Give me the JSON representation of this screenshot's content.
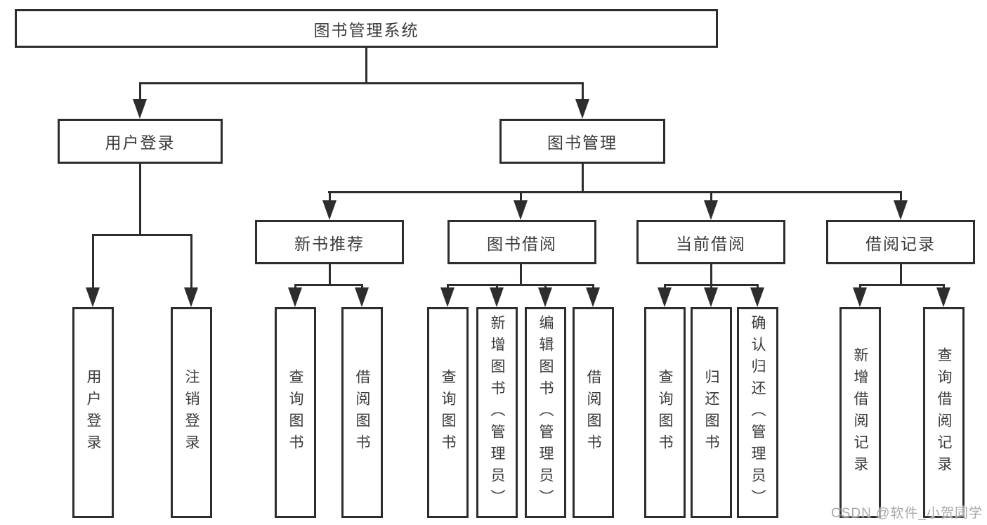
{
  "diagram": {
    "root_label": "图书管理系统",
    "user_branch": {
      "label": "用户登录",
      "children": [
        "用户登录",
        "注销登录"
      ]
    },
    "book_branch": {
      "label": "图书管理",
      "sections": [
        {
          "label": "新书推荐",
          "children": [
            "查询图书",
            "借阅图书"
          ]
        },
        {
          "label": "图书借阅",
          "children": [
            "查询图书",
            "新增图书（管理员）",
            "编辑图书（管理员）",
            "借阅图书"
          ]
        },
        {
          "label": "当前借阅",
          "children": [
            "查询图书",
            "归还图书",
            "确认归还（管理员）"
          ]
        },
        {
          "label": "借阅记录",
          "children": [
            "新增借阅记录",
            "查询借阅记录"
          ]
        }
      ]
    }
  },
  "watermark": "CSDN @软件_小贺同学",
  "colors": {
    "line": "#2d2d2d",
    "text": "#3a3a3a",
    "bg": "#ffffff",
    "watermark": "#a9a9a9"
  }
}
